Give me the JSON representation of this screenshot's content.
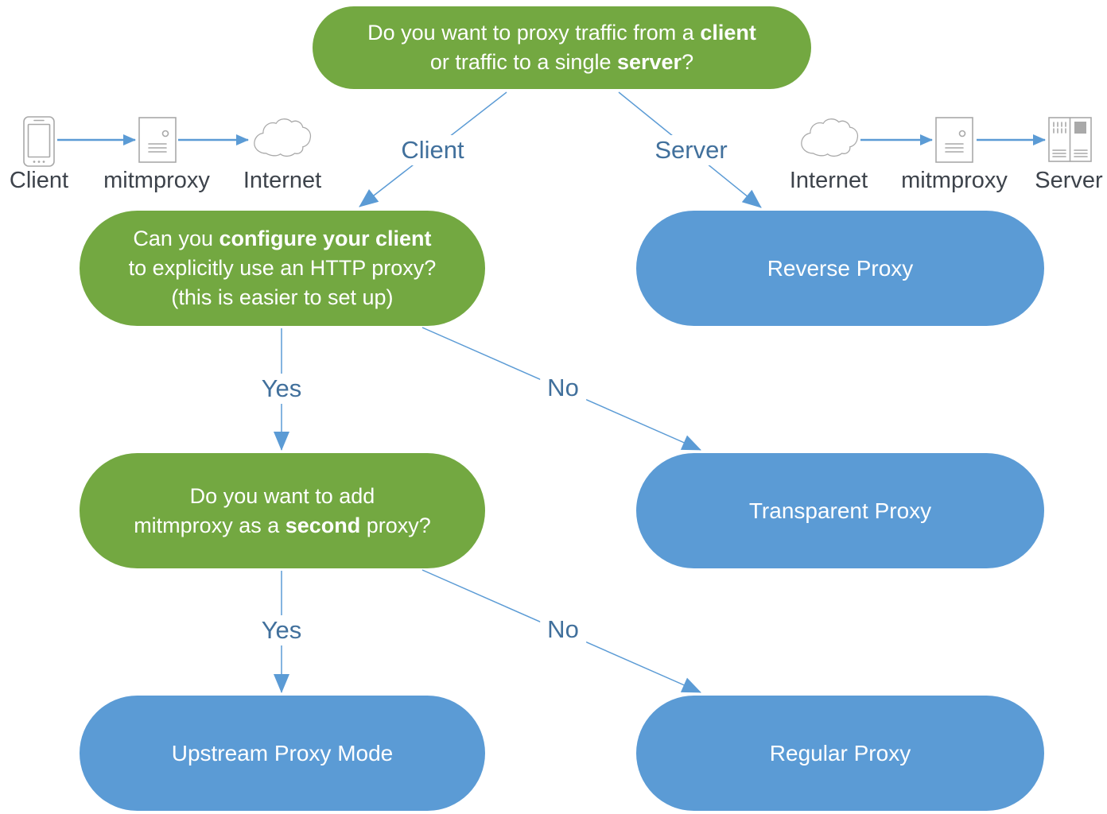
{
  "diagram": {
    "title_hint": "mitmproxy mode decision tree",
    "nodes": {
      "root": {
        "lines": [
          [
            {
              "t": "Do you want to proxy traffic from a "
            },
            {
              "t": "client",
              "b": true
            }
          ],
          [
            {
              "t": "or traffic to a single "
            },
            {
              "t": "server",
              "b": true
            },
            {
              "t": "?"
            }
          ]
        ]
      },
      "configure_client": {
        "lines": [
          [
            {
              "t": "Can you "
            },
            {
              "t": "configure your client",
              "b": true
            }
          ],
          [
            {
              "t": "to explicitly use an HTTP proxy?"
            }
          ],
          [
            {
              "t": "(this is easier to set up)"
            }
          ]
        ]
      },
      "second_proxy": {
        "lines": [
          [
            {
              "t": "Do you want to add"
            }
          ],
          [
            {
              "t": "mitmproxy as a "
            },
            {
              "t": "second",
              "b": true
            },
            {
              "t": " proxy?"
            }
          ]
        ]
      },
      "reverse_proxy": {
        "label": "Reverse Proxy"
      },
      "transparent_proxy": {
        "label": "Transparent Proxy"
      },
      "upstream_proxy": {
        "label": "Upstream Proxy Mode"
      },
      "regular_proxy": {
        "label": "Regular Proxy"
      }
    },
    "edge_labels": {
      "client": "Client",
      "server": "Server",
      "yes1": "Yes",
      "no1": "No",
      "yes2": "Yes",
      "no2": "No"
    },
    "icon_rows": {
      "left": [
        {
          "icon": "smartphone-icon",
          "label": "Client"
        },
        {
          "icon": "proxy-server-icon",
          "label": "mitmproxy"
        },
        {
          "icon": "cloud-icon",
          "label": "Internet"
        }
      ],
      "right": [
        {
          "icon": "cloud-icon",
          "label": "Internet"
        },
        {
          "icon": "proxy-server-icon",
          "label": "mitmproxy"
        },
        {
          "icon": "server-rack-icon",
          "label": "Server"
        }
      ]
    },
    "colors": {
      "question_green": "#73a841",
      "result_blue": "#5b9bd5",
      "connector_blue": "#5b9bd5",
      "edge_label_blue": "#41709c",
      "caption_gray": "#3d434b",
      "icon_gray": "#a9a9a9"
    }
  }
}
